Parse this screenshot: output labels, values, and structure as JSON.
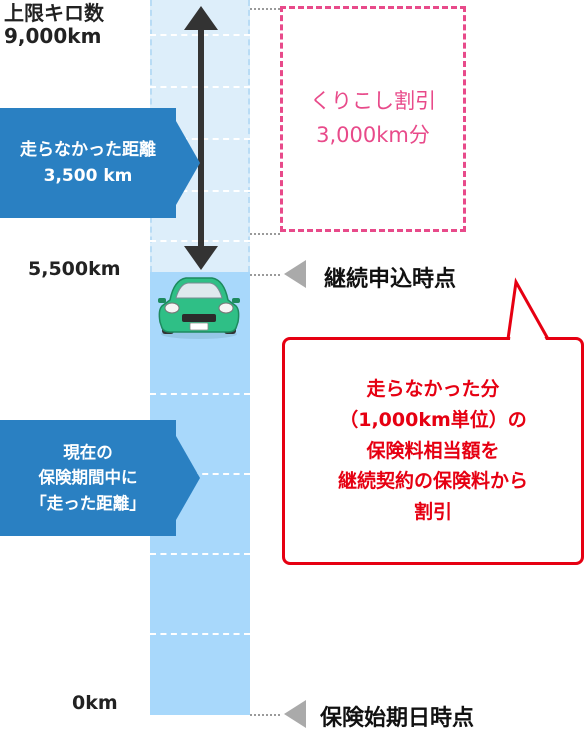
{
  "axis": {
    "top_title": "上限キロ数",
    "top_value": "9,000km",
    "mid_value": "5,500km",
    "zero_value": "0km"
  },
  "tags": {
    "not_driven_line1": "走らなかった距離",
    "not_driven_line2": "3,500 km",
    "driven_line1": "現在の",
    "driven_line2": "保険期間中に",
    "driven_line3": "「走った距離」"
  },
  "carryover": {
    "line1": "くりこし割引",
    "line2": "3,000km分"
  },
  "events": {
    "renewal": "継続申込時点",
    "start": "保険始期日時点"
  },
  "bubble": {
    "line1": "走らなかった分",
    "line2": "（1,000km単位）の",
    "line3": "保険料相当額を",
    "line4": "継続契約の保険料から",
    "line5": "割引"
  },
  "colors": {
    "tag_blue": "#2a80c2",
    "column_light": "#ddeefa",
    "column_dark": "#a8d8fb",
    "pink": "#e84a8a",
    "red": "#e60012",
    "car_green": "#2fbf86"
  },
  "icons": [
    "double-arrow-icon",
    "car-icon",
    "triangle-pointer-icon"
  ]
}
